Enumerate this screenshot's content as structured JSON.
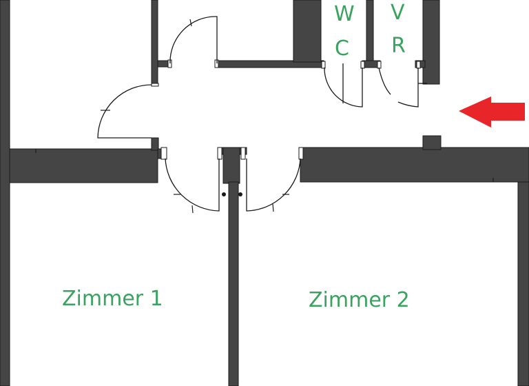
{
  "floor_plan": {
    "rooms": [
      {
        "id": "zimmer1",
        "label": "Zimmer 1"
      },
      {
        "id": "zimmer2",
        "label": "Zimmer 2"
      },
      {
        "id": "wc",
        "label_lines": [
          "W",
          "C"
        ]
      },
      {
        "id": "vr",
        "label_lines": [
          "V",
          "R"
        ]
      }
    ],
    "entrance_arrow": {
      "direction": "left",
      "color": "#e8262a"
    },
    "colors": {
      "wall": "#454545",
      "wall_outline": "#1a1a1a",
      "label": "#3aa35f",
      "background": "#ffffff"
    }
  }
}
